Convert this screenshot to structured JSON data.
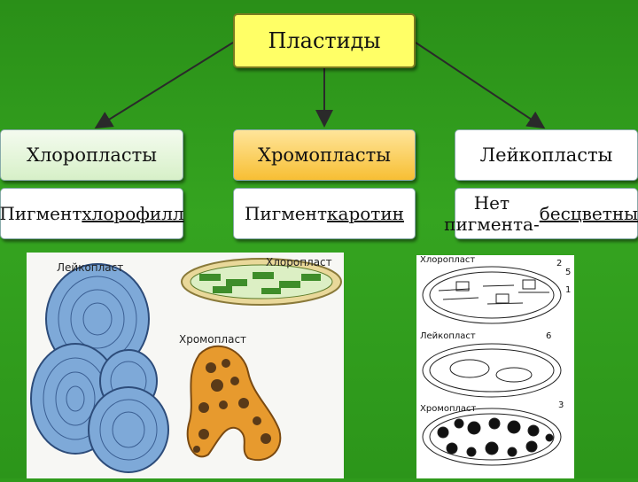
{
  "title": "Пластиды",
  "categories": [
    {
      "name": "Хлоропласты",
      "pigment_line1": "Пигмент",
      "pigment_line2": "хлорофилл"
    },
    {
      "name": "Хромопласты",
      "pigment_line1": "Пигмент",
      "pigment_line2": "каротин"
    },
    {
      "name": "Лейкопласты",
      "pigment_line1": "Нет пигмента-",
      "pigment_line2": "бесцветные"
    }
  ],
  "colored_figure": {
    "leucoplast_label": "Лейкопласт",
    "chloroplast_label": "Хлоропласт",
    "chromoplast_label": "Хромопласт"
  },
  "drawing_figure": {
    "chloroplast_label": "Хлоропласт",
    "leucoplast_label": "Лейкопласт",
    "chromoplast_label": "Хромопласт",
    "n2": "2",
    "n5": "5",
    "n1": "1",
    "n6": "6",
    "n3": "3"
  },
  "colors": {
    "background": "#2f9a1c",
    "title_box": "#ffff66",
    "chromoplast_box": "#f7bf34",
    "chloroplast_box": "#d7f0c8",
    "leucoplast_fill": "#7ea9d8",
    "chloroplast_fill": "#3e8d2a",
    "chromoplast_fill": "#e79a2e"
  }
}
